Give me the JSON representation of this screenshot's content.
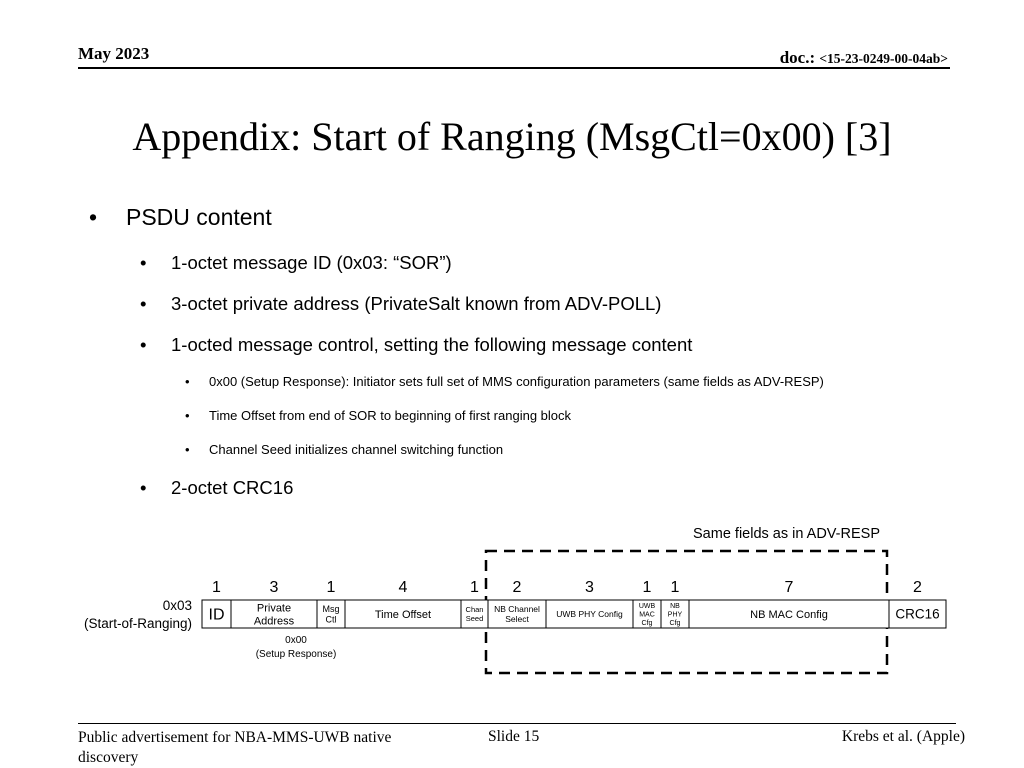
{
  "header": {
    "date": "May 2023",
    "doc_prefix": "doc.: ",
    "doc_number": "<15-23-0249-00-04ab>"
  },
  "slide_title": "Appendix: Start of Ranging (MsgCtl=0x00) [3]",
  "bullets": {
    "b1": "PSDU content",
    "b1_1": "1-octet message ID (0x03: “SOR”)",
    "b1_2": "3-octet private address (PrivateSalt known from ADV-POLL)",
    "b1_3": "1-octed message control, setting the following message content",
    "b1_3_1": "0x00 (Setup Response): Initiator sets full set of MMS configuration parameters (same fields as ADV-RESP)",
    "b1_3_2": "Time Offset from end of SOR to beginning of first ranging block",
    "b1_3_3": "Channel Seed initializes channel switching function",
    "b1_4": "2-octet CRC16",
    "bullet_glyph": "•"
  },
  "diagram": {
    "dashed_box_label": "Same fields as in ADV-RESP",
    "message_id_value": "0x03",
    "message_id_name": "(Start-of-Ranging)",
    "msgctl_value": "0x00",
    "msgctl_name": "(Setup Response)",
    "fields": [
      {
        "octets": "1",
        "label": [
          "ID"
        ]
      },
      {
        "octets": "3",
        "label": [
          "Private",
          "Address"
        ]
      },
      {
        "octets": "1",
        "label": [
          "Msg",
          "Ctl"
        ]
      },
      {
        "octets": "4",
        "label": [
          "Time Offset"
        ]
      },
      {
        "octets": "1",
        "label": [
          "Chan",
          "Seed"
        ]
      },
      {
        "octets": "2",
        "label": [
          "NB Channel",
          "Select"
        ]
      },
      {
        "octets": "3",
        "label": [
          "UWB PHY Config"
        ]
      },
      {
        "octets": "1",
        "label": [
          "UWB",
          "MAC",
          "Cfg"
        ]
      },
      {
        "octets": "1",
        "label": [
          "NB",
          "PHY",
          "Cfg"
        ]
      },
      {
        "octets": "7",
        "label": [
          "NB MAC Config"
        ]
      },
      {
        "octets": "2",
        "label": [
          "CRC16"
        ]
      }
    ]
  },
  "footer": {
    "left": "Public advertisement for NBA-MMS-UWB native discovery",
    "slide": "Slide 15",
    "author": "Krebs et al. (Apple)"
  }
}
